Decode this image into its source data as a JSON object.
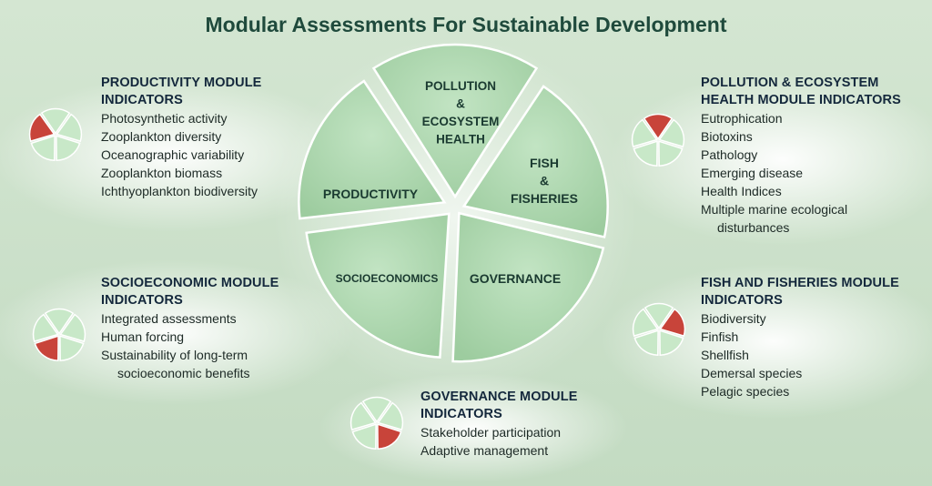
{
  "title": "Modular Assessments For Sustainable Development",
  "colors": {
    "segment_fill": "#a9d6ab",
    "segment_light": "#c8e8c8",
    "highlight": "#c8443a",
    "title": "#1f4a3c",
    "label": "#1a3a30"
  },
  "wheel": {
    "segments": [
      {
        "lines": [
          "POLLUTION",
          "&",
          "ECOSYSTEM",
          "HEALTH"
        ]
      },
      {
        "lines": [
          "FISH",
          "&",
          "FISHERIES"
        ]
      },
      {
        "lines": [
          "GOVERNANCE"
        ]
      },
      {
        "lines": [
          "SOCIOECONOMICS"
        ]
      },
      {
        "lines": [
          "PRODUCTIVITY"
        ]
      }
    ]
  },
  "modules": {
    "productivity": {
      "heading": [
        "PRODUCTIVITY MODULE",
        "INDICATORS"
      ],
      "items": [
        "Photosynthetic activity",
        "Zooplankton diversity",
        "Oceanographic variability",
        "Zooplankton biomass",
        "Ichthyoplankton biodiversity"
      ]
    },
    "pollution": {
      "heading": [
        "POLLUTION & ECOSYSTEM",
        "HEALTH MODULE INDICATORS"
      ],
      "items": [
        "Eutrophication",
        "Biotoxins",
        "Pathology",
        "Emerging disease",
        "Health Indices",
        "Multiple marine ecological",
        "disturbances"
      ]
    },
    "socioeconomic": {
      "heading": [
        "SOCIOECONOMIC MODULE",
        "INDICATORS"
      ],
      "items": [
        "Integrated assessments",
        "Human forcing",
        "Sustainability of long-term",
        "socioeconomic benefits"
      ]
    },
    "fisheries": {
      "heading": [
        "FISH AND FISHERIES MODULE",
        "INDICATORS"
      ],
      "items": [
        "Biodiversity",
        "Finfish",
        "Shellfish",
        "Demersal species",
        "Pelagic species"
      ]
    },
    "governance": {
      "heading": [
        "GOVERNANCE MODULE",
        "INDICATORS"
      ],
      "items": [
        "Stakeholder participation",
        "Adaptive management"
      ]
    }
  },
  "mini_pies": {
    "productivity": {
      "highlight_segment": "productivity"
    },
    "pollution": {
      "highlight_segment": "pollution"
    },
    "socioeconomic": {
      "highlight_segment": "socioeconomics"
    },
    "fisheries": {
      "highlight_segment": "fisheries"
    },
    "governance": {
      "highlight_segment": "governance"
    }
  }
}
